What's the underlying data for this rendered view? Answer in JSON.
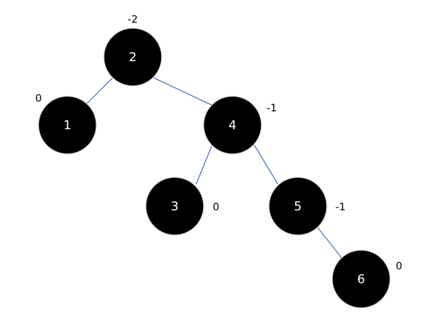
{
  "diagram": {
    "colors": {
      "edge": "#4a72b8",
      "node_fill": "#000000",
      "node_text": "#ffffff",
      "annotation_text": "#000000"
    },
    "nodes": [
      {
        "id": "2",
        "label": "2",
        "balance": "-2"
      },
      {
        "id": "1",
        "label": "1",
        "balance": "0"
      },
      {
        "id": "4",
        "label": "4",
        "balance": "-1"
      },
      {
        "id": "3",
        "label": "3",
        "balance": "0"
      },
      {
        "id": "5",
        "label": "5",
        "balance": "-1"
      },
      {
        "id": "6",
        "label": "6",
        "balance": "0"
      }
    ],
    "edges": [
      {
        "from": "2",
        "to": "1"
      },
      {
        "from": "2",
        "to": "4"
      },
      {
        "from": "4",
        "to": "3"
      },
      {
        "from": "4",
        "to": "5"
      },
      {
        "from": "5",
        "to": "6"
      }
    ]
  }
}
